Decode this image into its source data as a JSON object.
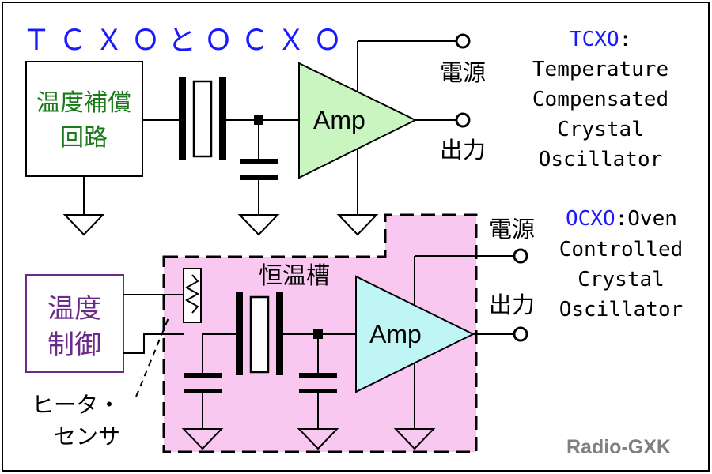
{
  "title": "ＴＣＸＯとＯＣＸＯ",
  "tcxo": {
    "compensation_block": [
      "温度補償",
      "回路"
    ],
    "amp_label": "Amp",
    "power_label": "電源",
    "output_label": "出力",
    "abbr": "TCXO",
    "colon": ":",
    "description": [
      "Temperature",
      "Compensated",
      "Crystal",
      "Oscillator"
    ]
  },
  "ocxo": {
    "oven_label": "恒温槽",
    "control_block": [
      "温度",
      "制御"
    ],
    "amp_label": "Amp",
    "power_label": "電源",
    "output_label": "出力",
    "heater_sensor": [
      "ヒータ・",
      "センサ"
    ],
    "abbr": "OCXO",
    "description": [
      ":Oven",
      "Controlled",
      "Crystal",
      "Oscillator"
    ]
  },
  "watermark": "Radio-GXK",
  "colors": {
    "title": "#1a1aff",
    "abbr": "#1a1aff",
    "compensation_text": "#1a7a1a",
    "control_text": "#6a2a8a",
    "control_border": "#6a2a8a",
    "tcxo_amp_fill": "#c8f5c0",
    "ocxo_amp_fill": "#c0f5f5",
    "oven_fill": "#f8c8f0",
    "watermark": "#808080"
  }
}
